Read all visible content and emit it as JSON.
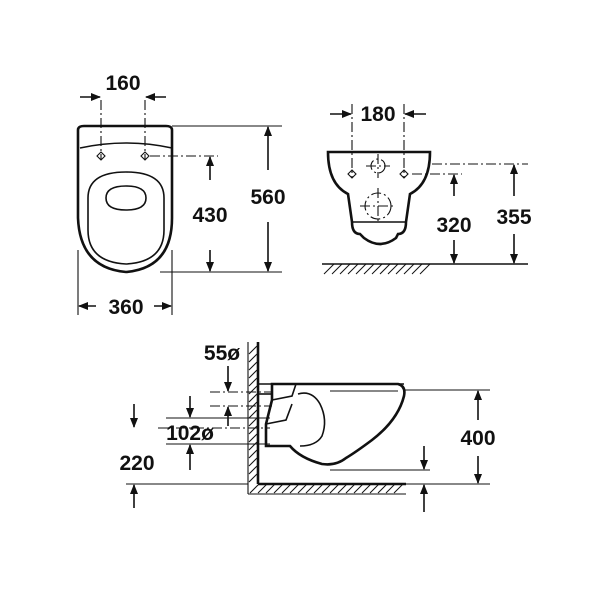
{
  "top_view": {
    "seat_width": "160",
    "overall_width": "360",
    "fixing_height": "430",
    "overall_height": "560"
  },
  "front_view": {
    "fixing_spacing": "180",
    "fixing_height": "320",
    "overall_height": "355"
  },
  "side_view": {
    "water_inlet": "55ø",
    "outlet": "102ø",
    "outlet_height": "220",
    "bowl_height": "400"
  }
}
